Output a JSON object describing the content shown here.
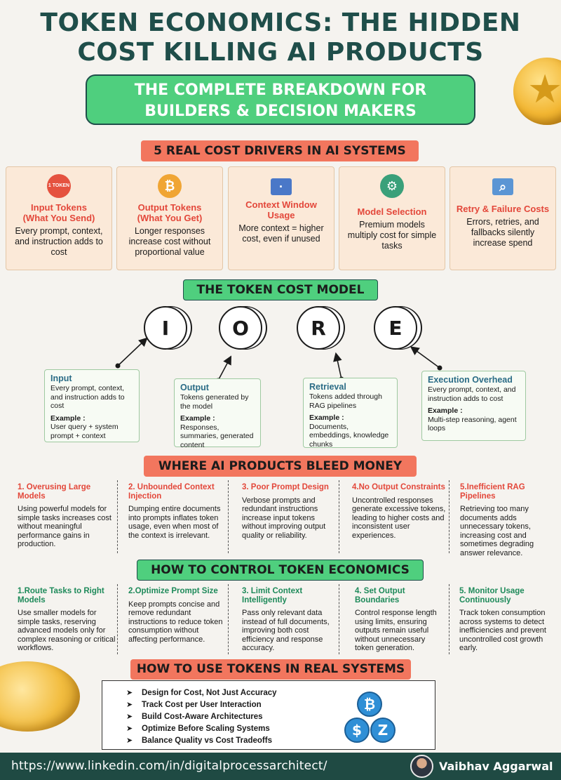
{
  "header": {
    "title_line1": "TOKEN ECONOMICS: THE HIDDEN",
    "title_line2": "COST KILLING AI PRODUCTS",
    "subtitle_line1": "THE COMPLETE BREAKDOWN FOR",
    "subtitle_line2": "BUILDERS & DECISION MAKERS"
  },
  "drivers": {
    "heading": "5 REAL COST DRIVERS IN AI SYSTEMS",
    "items": [
      {
        "icon": "token-icon",
        "icon_text": "1 TOKEN",
        "title_line1": "Input Tokens",
        "title_line2": "(What You Send)",
        "desc": "Every prompt, context, and instruction adds to cost"
      },
      {
        "icon": "coin-stack-icon",
        "title_line1": "Output Tokens",
        "title_line2": "(What You Get)",
        "desc": "Longer responses increase cost without proportional value"
      },
      {
        "icon": "monitor-icon",
        "title_line1": "Context Window",
        "title_line2": "Usage",
        "desc": "More context = higher cost, even if unused"
      },
      {
        "icon": "network-icon",
        "title_line1": "Model Selection",
        "title_line2": "",
        "desc": "Premium models multiply cost for simple tasks"
      },
      {
        "icon": "search-screen-icon",
        "title_line1": "Retry & Failure Costs",
        "title_line2": "",
        "desc": "Errors, retries, and fallbacks silently increase spend"
      }
    ]
  },
  "cost_model": {
    "heading": "THE TOKEN COST MODEL",
    "letters": [
      "I",
      "O",
      "R",
      "E"
    ],
    "cards": [
      {
        "title": "Input",
        "desc": "Every prompt, context, and instruction adds to cost",
        "example_label": "Example :",
        "example": "User query + system prompt + context"
      },
      {
        "title": "Output",
        "desc": "Tokens generated by the model",
        "example_label": "Example :",
        "example": "Responses, summaries, generated content"
      },
      {
        "title": "Retrieval",
        "desc": "Tokens added through RAG pipelines",
        "example_label": "Example :",
        "example": "Documents, embeddings, knowledge chunks"
      },
      {
        "title": "Execution Overhead",
        "desc": "Every prompt, context, and instruction adds to cost",
        "example_label": "Example :",
        "example": "Multi-step reasoning, agent loops"
      }
    ]
  },
  "bleed": {
    "heading": "WHERE AI PRODUCTS BLEED MONEY",
    "items": [
      {
        "title": "1. Overusing Large Models",
        "desc": "Using powerful models for simple tasks increases cost without meaningful performance gains in production."
      },
      {
        "title": "2. Unbounded Context Injection",
        "desc": "Dumping entire documents into prompts inflates token usage, even when most of the context is irrelevant."
      },
      {
        "title": "3. Poor Prompt Design",
        "desc": "Verbose prompts and redundant instructions increase input tokens without improving output quality or reliability."
      },
      {
        "title": "4.No Output Constraints",
        "desc": "Uncontrolled responses generate excessive tokens, leading to higher costs and inconsistent user experiences."
      },
      {
        "title": "5.Inefficient RAG Pipelines",
        "desc": "Retrieving too many documents adds unnecessary tokens, increasing cost and sometimes degrading answer relevance."
      }
    ]
  },
  "control": {
    "heading": "HOW TO CONTROL TOKEN ECONOMICS",
    "items": [
      {
        "title": "1.Route Tasks to Right Models",
        "desc": "Use smaller models for simple tasks, reserving advanced models only for complex reasoning or critical workflows."
      },
      {
        "title": "2.Optimize Prompt Size",
        "desc": "Keep prompts concise and remove redundant instructions to reduce token consumption without affecting performance."
      },
      {
        "title": "3. Limit Context Intelligently",
        "desc": "Pass only relevant data instead of full documents, improving both cost efficiency and response accuracy."
      },
      {
        "title": "4. Set Output Boundaries",
        "desc": "Control response length using limits, ensuring outputs remain useful without unnecessary token generation."
      },
      {
        "title": "5. Monitor Usage Continuously",
        "desc": "Track token consumption across systems to detect inefficiencies and prevent uncontrolled cost growth early."
      }
    ]
  },
  "use": {
    "heading": "HOW TO USE TOKENS IN REAL SYSTEMS",
    "items": [
      "Design for Cost, Not Just Accuracy",
      "Track Cost per User Interaction",
      "Build Cost-Aware Architectures",
      "Optimize Before Scaling Systems",
      "Balance Quality vs Cost Tradeoffs"
    ],
    "crypto_symbols": [
      "₿",
      "$",
      "Z"
    ]
  },
  "footer": {
    "url": "https://www.linkedin.com/in/digitalprocessarchitect/",
    "author": "Vaibhav Aggarwal"
  },
  "colors": {
    "title": "#1f4e4a",
    "accent_green": "#4fcf7e",
    "accent_red": "#e3473a",
    "pill_salmon": "#f2765e",
    "footer_bg": "#1f4a43"
  }
}
